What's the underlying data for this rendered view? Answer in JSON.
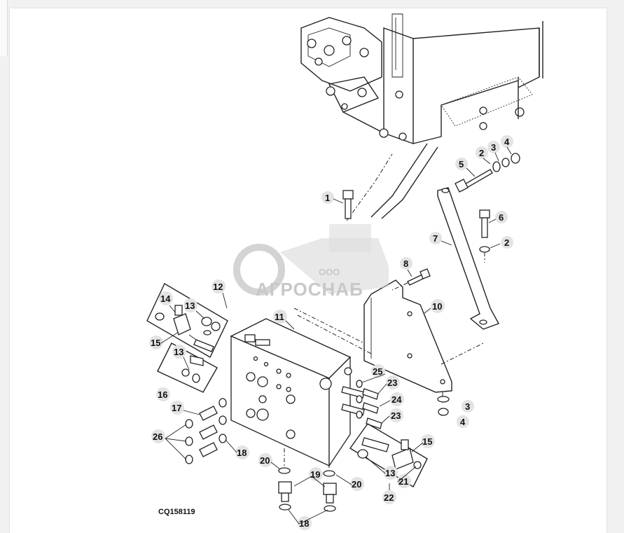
{
  "figure_code": "CQ158119",
  "watermark": {
    "ooo": "ООО",
    "brand": "АГРОСНАБ"
  },
  "callouts": [
    "1",
    "2",
    "3",
    "4",
    "5",
    "6",
    "7",
    "8",
    "10",
    "11",
    "12",
    "13",
    "14",
    "15",
    "16",
    "17",
    "18",
    "19",
    "20",
    "21",
    "22",
    "23",
    "24",
    "25",
    "26"
  ]
}
